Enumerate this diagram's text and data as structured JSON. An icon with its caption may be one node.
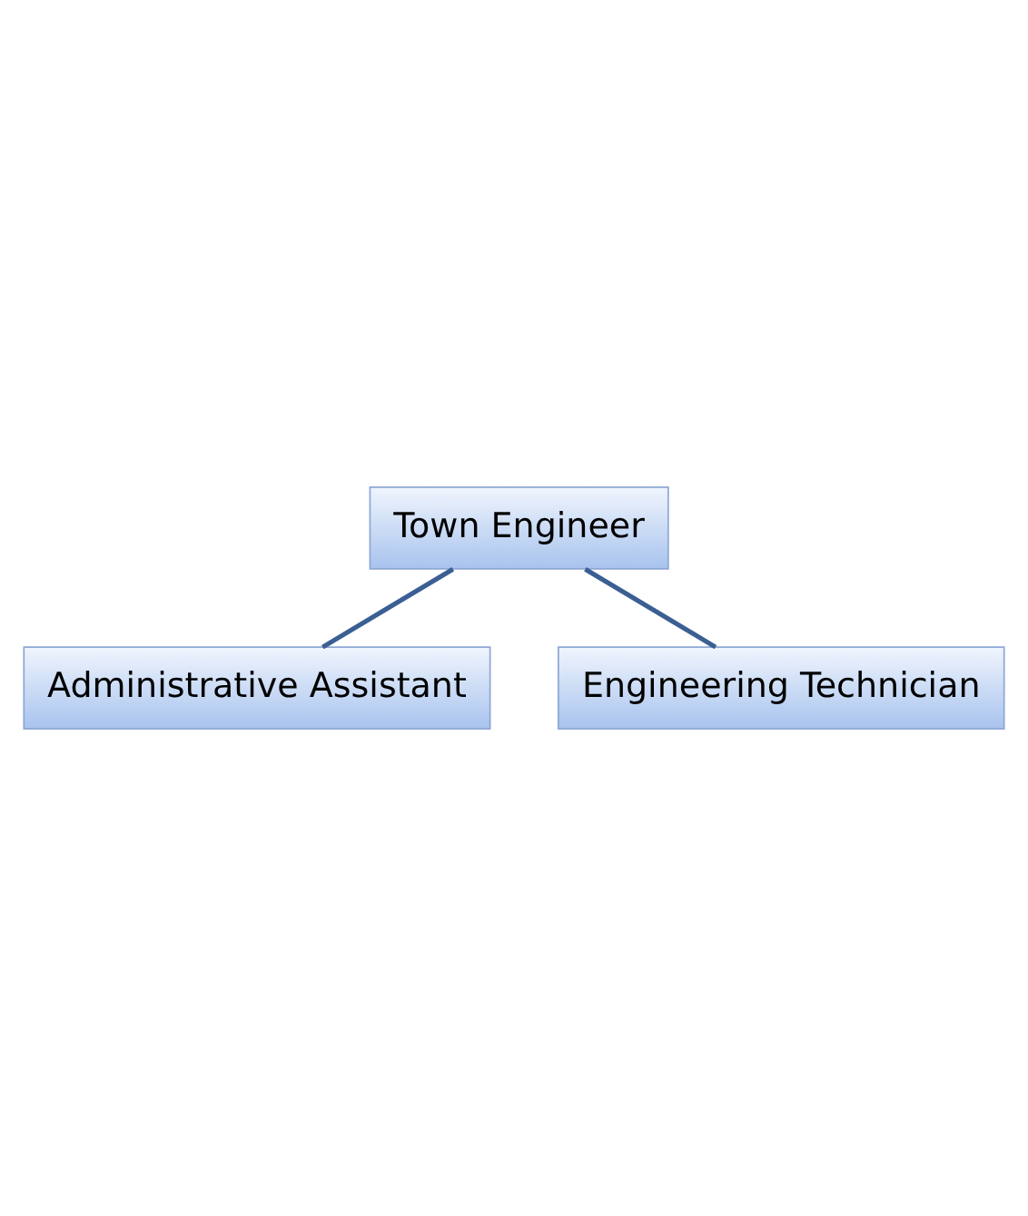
{
  "diagram": {
    "nodes": [
      {
        "text": [
          "Town Engineer"
        ]
      },
      {
        "text": [
          "Administrative Assistant"
        ]
      },
      {
        "text": [
          "Engineering Technician"
        ]
      }
    ],
    "edges": [
      {
        "from": 0,
        "to": 1,
        "arrow": "none"
      },
      {
        "from": 0,
        "to": 2,
        "arrow": "none"
      }
    ]
  }
}
